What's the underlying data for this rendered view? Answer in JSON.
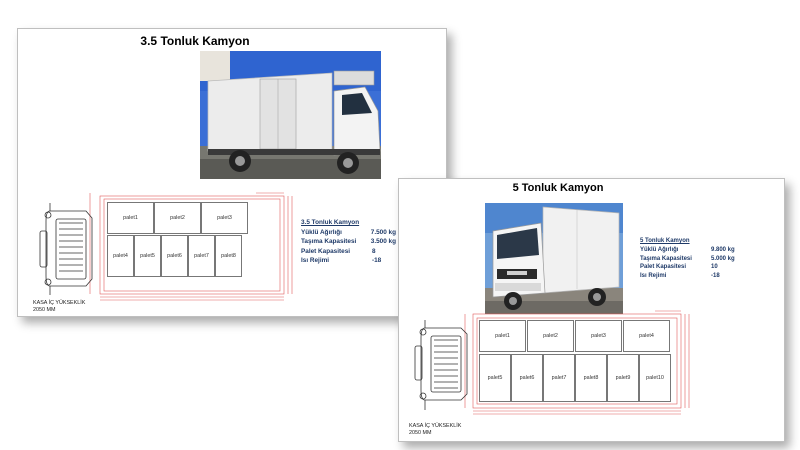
{
  "slide1": {
    "title": "3.5 Tonluk Kamyon",
    "specs": {
      "heading": "3.5 Tonluk Kamyon",
      "rows": [
        {
          "label": "Yüklü Ağırlığı",
          "value": "7.500 kg"
        },
        {
          "label": "Taşıma Kapasitesi",
          "value": "3.500 kg"
        },
        {
          "label": "Palet Kapasitesi",
          "value": "8"
        },
        {
          "label": "Isı Rejimi",
          "value": "-18"
        }
      ]
    },
    "pallets": [
      "palet1",
      "palet2",
      "palet3",
      "palet4",
      "palet5",
      "palet6",
      "palet7",
      "palet8"
    ],
    "kasa_label": "KASA İÇ YÜKSEKLİK",
    "kasa_value": "2050 MM"
  },
  "slide2": {
    "title": "5 Tonluk Kamyon",
    "specs": {
      "heading": "5 Tonluk Kamyon",
      "rows": [
        {
          "label": "Yüklü Ağırlığı",
          "value": "9.800 kg"
        },
        {
          "label": "Taşıma Kapasitesi",
          "value": "5.000 kg"
        },
        {
          "label": "Palet Kapasitesi",
          "value": "10"
        },
        {
          "label": "Isı Rejimi",
          "value": "-18"
        }
      ]
    },
    "pallets": [
      "palet1",
      "palet2",
      "palet3",
      "palet4",
      "palet5",
      "palet6",
      "palet7",
      "palet8",
      "palet9",
      "palet10"
    ],
    "kasa_label": "KASA İÇ YÜKSEKLİK",
    "kasa_value": "2050 MM"
  },
  "colors": {
    "spec_text": "#1f3a68",
    "dimension_line": "#e05a5a"
  }
}
